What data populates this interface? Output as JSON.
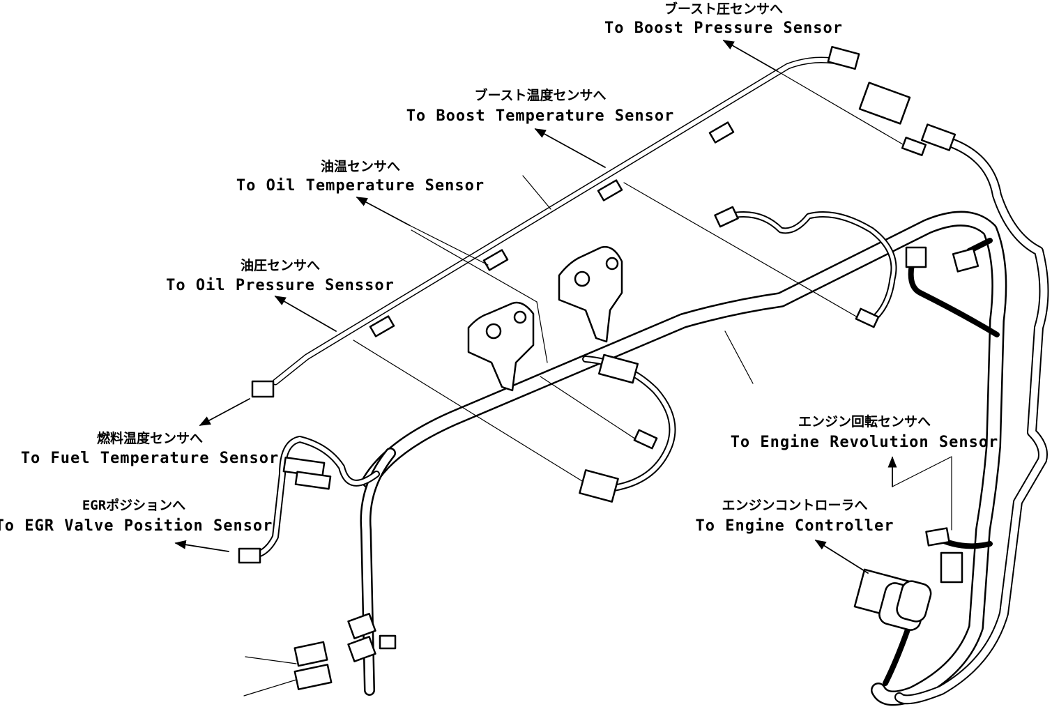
{
  "labels": {
    "boost_pressure": {
      "jp": "ブースト圧センサへ",
      "en": "To Boost Pressure Sensor"
    },
    "boost_temperature": {
      "jp": "ブースト温度センサへ",
      "en": "To Boost Temperature Sensor"
    },
    "oil_temperature": {
      "jp": "油温センサへ",
      "en": "To Oil Temperature Sensor"
    },
    "oil_pressure": {
      "jp": "油圧センサへ",
      "en": "To Oil Pressure Senssor"
    },
    "fuel_temperature": {
      "jp": "燃料温度センサへ",
      "en": "To Fuel Temperature Sensor"
    },
    "egr_valve": {
      "jp": "EGRポジションへ",
      "en": "To EGR Valve Position Sensor"
    },
    "engine_revolution": {
      "jp": "エンジン回転センサへ",
      "en": "To Engine Revolution Sensor"
    },
    "engine_controller": {
      "jp": "エンジンコントローラへ",
      "en": "To Engine Controller"
    }
  },
  "colors": {
    "line": "#000000",
    "background": "#ffffff"
  }
}
